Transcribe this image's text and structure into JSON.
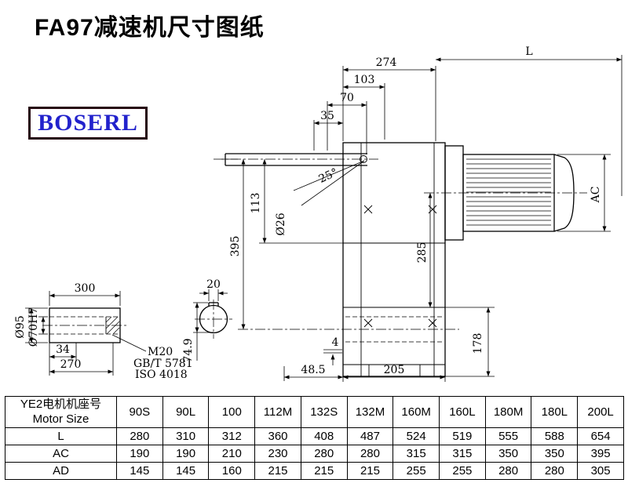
{
  "page": {
    "title": "FA97减速机尺寸图纸",
    "logo_text": "BOSERL"
  },
  "drawing": {
    "d274": "274",
    "dL": "L",
    "d103": "103",
    "d70": "70",
    "d35": "35",
    "angle25": "25°",
    "dia26": "Ø26",
    "d395": "395",
    "d113": "113",
    "d285": "285",
    "dAC": "AC",
    "d178": "178",
    "d4": "4",
    "d48_5": "48.5",
    "d205": "205",
    "d300": "300",
    "d20": "20",
    "dia95": "Ø95",
    "dia70h7": "Ø70H7",
    "d34": "34",
    "d270": "270",
    "m20": "M20",
    "gbt5781": "GB/T 5781",
    "iso4018": "ISO 4018",
    "d74_9": "74.9"
  },
  "table": {
    "header_cn": "YE2电机机座号",
    "header_en": "Motor Size",
    "columns": [
      "90S",
      "90L",
      "100",
      "112M",
      "132S",
      "132M",
      "160M",
      "160L",
      "180M",
      "180L",
      "200L"
    ],
    "rows": [
      {
        "label": "L",
        "values": [
          "280",
          "310",
          "312",
          "360",
          "408",
          "487",
          "524",
          "519",
          "555",
          "588",
          "654"
        ]
      },
      {
        "label": "AC",
        "values": [
          "190",
          "190",
          "210",
          "230",
          "280",
          "280",
          "315",
          "315",
          "350",
          "350",
          "395"
        ]
      },
      {
        "label": "AD",
        "values": [
          "145",
          "145",
          "160",
          "215",
          "215",
          "215",
          "255",
          "255",
          "280",
          "280",
          "305"
        ]
      }
    ]
  }
}
